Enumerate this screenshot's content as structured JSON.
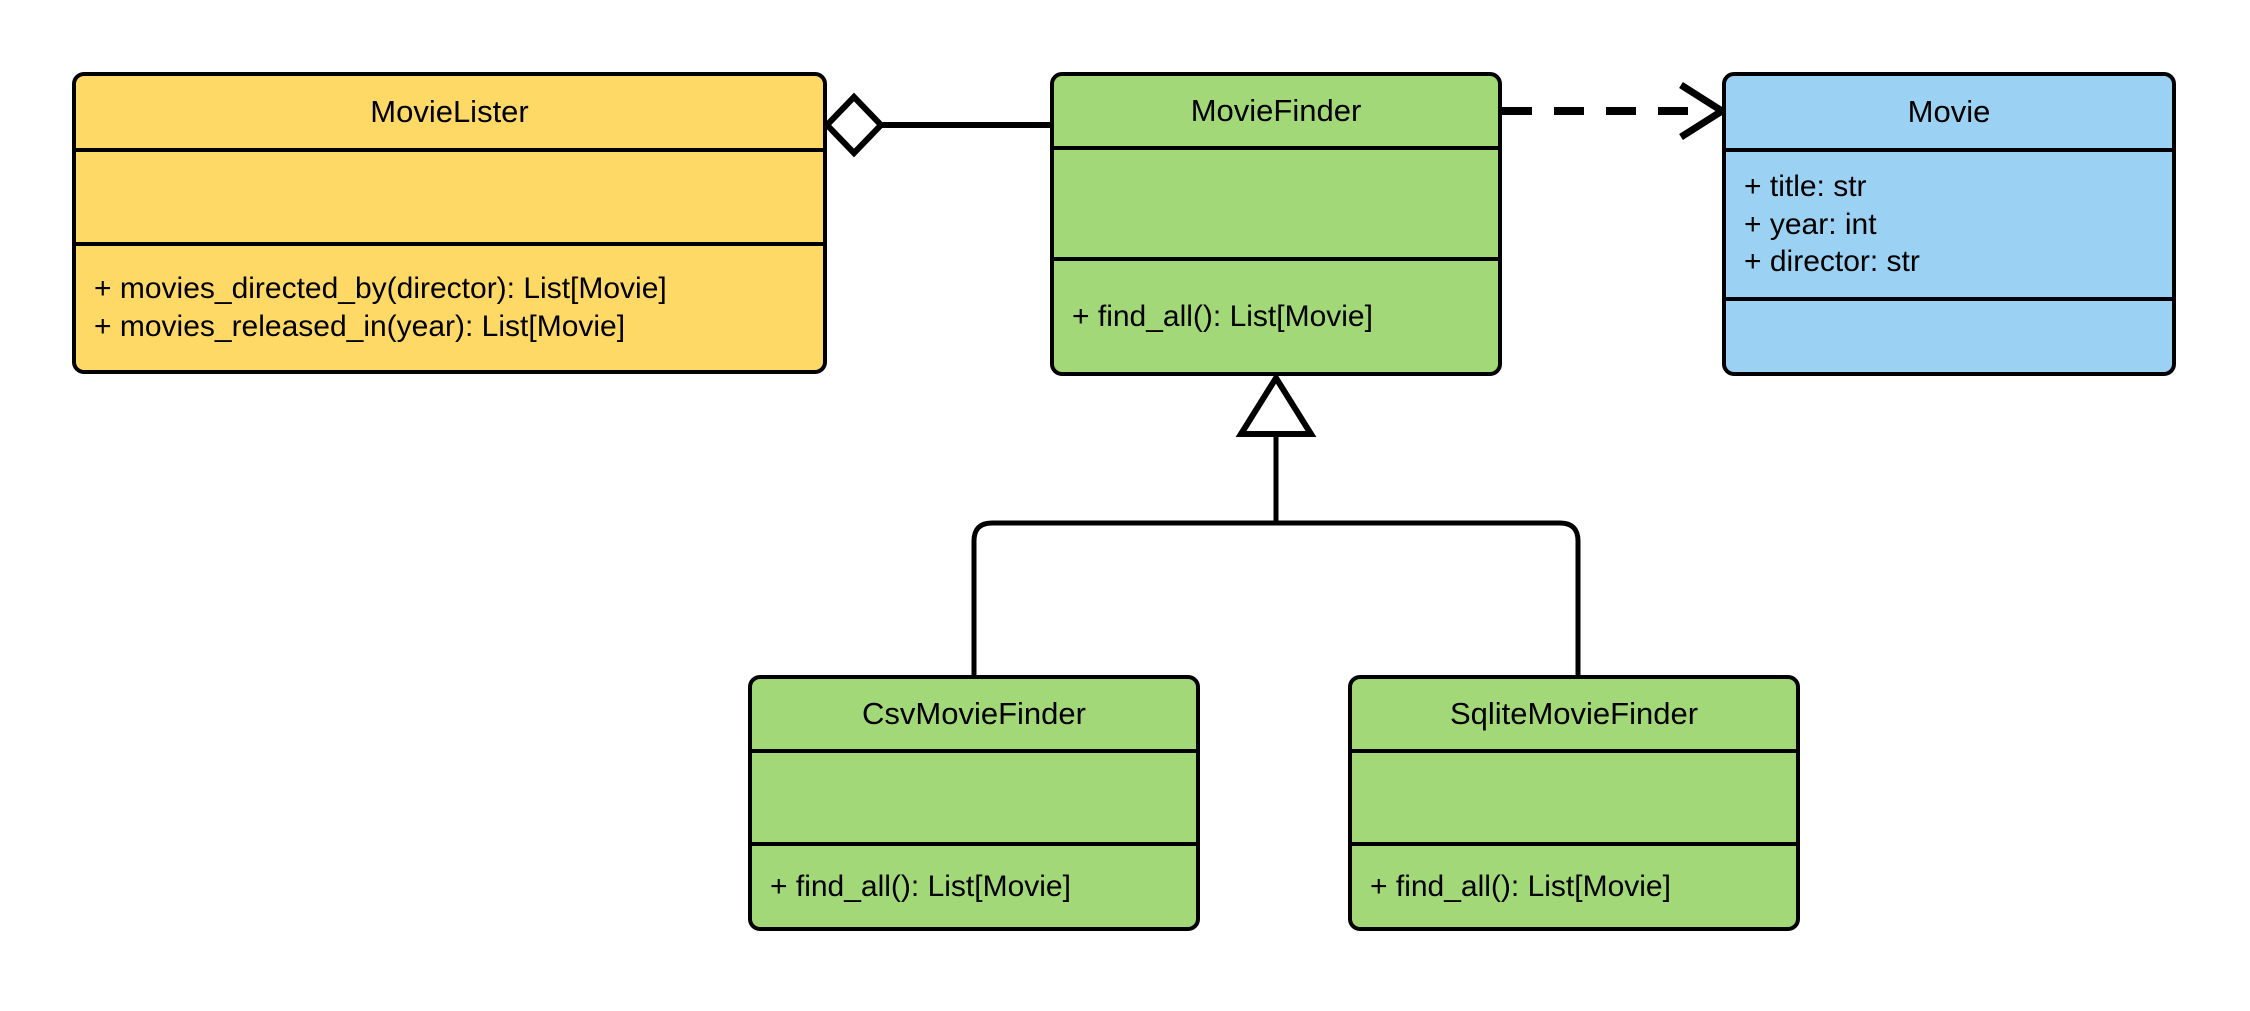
{
  "diagram": {
    "type": "uml-class-diagram",
    "background_color": "#ffffff",
    "line_color": "#000000",
    "classes": [
      {
        "id": "movielister",
        "name": "MovieLister",
        "fill_color": "#FFD966",
        "attributes": [],
        "methods": [
          "+ movies_directed_by(director): List[Movie]",
          "+ movies_released_in(year): List[Movie]"
        ]
      },
      {
        "id": "moviefinder",
        "name": "MovieFinder",
        "fill_color": "#A2D878",
        "attributes": [],
        "methods": [
          "+ find_all(): List[Movie]"
        ]
      },
      {
        "id": "movie",
        "name": "Movie",
        "fill_color": "#9BD2F3",
        "attributes": [
          "+ title: str",
          "+ year: int",
          "+ director: str"
        ],
        "methods": []
      },
      {
        "id": "csvmoviefinder",
        "name": "CsvMovieFinder",
        "fill_color": "#A2D878",
        "attributes": [],
        "methods": [
          "+ find_all(): List[Movie]"
        ]
      },
      {
        "id": "sqlitemoviefinder",
        "name": "SqliteMovieFinder",
        "fill_color": "#A2D878",
        "attributes": [],
        "methods": [
          "+ find_all(): List[Movie]"
        ]
      }
    ],
    "relationships": [
      {
        "id": "aggregation-movielister-moviefinder",
        "kind": "aggregation",
        "from": "MovieLister",
        "to": "MovieFinder",
        "marker": "hollow-diamond",
        "line_style": "solid"
      },
      {
        "id": "dependency-moviefinder-movie",
        "kind": "dependency",
        "from": "MovieFinder",
        "to": "Movie",
        "marker": "open-arrow",
        "line_style": "dashed"
      },
      {
        "id": "generalization-csvmoviefinder-moviefinder",
        "kind": "generalization",
        "from": "CsvMovieFinder",
        "to": "MovieFinder",
        "marker": "hollow-triangle",
        "line_style": "solid"
      },
      {
        "id": "generalization-sqlitemoviefinder-moviefinder",
        "kind": "generalization",
        "from": "SqliteMovieFinder",
        "to": "MovieFinder",
        "marker": "hollow-triangle",
        "line_style": "solid"
      }
    ]
  }
}
